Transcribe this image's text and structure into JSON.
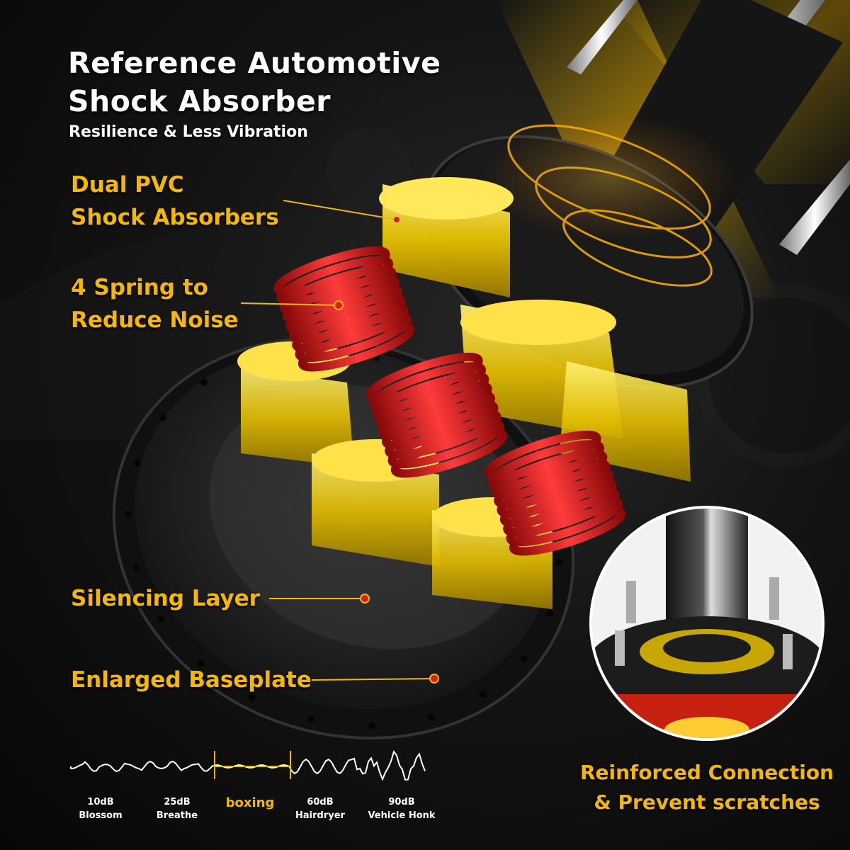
{
  "title_line1": "Reference Automotive",
  "title_line2": "Shock Absorber",
  "subtitle": "Resilience & Less Vibration",
  "callouts": [
    {
      "line1": "Dual PVC",
      "line2": "Shock Absorbers"
    },
    {
      "line1": "4 Spring to",
      "line2": "Reduce Noise"
    },
    {
      "line1": "Silencing Layer",
      "line2": ""
    },
    {
      "line1": "Enlarged Baseplate",
      "line2": ""
    }
  ],
  "inset_caption": {
    "line1": "Reinforced Connection",
    "line2": "& Prevent scratches"
  },
  "noise_scale": [
    {
      "db": "10dB",
      "label": "Blossom"
    },
    {
      "db": "25dB",
      "label": "Breathe"
    },
    {
      "db": "",
      "label": "boxing"
    },
    {
      "db": "60dB",
      "label": "Hairdryer"
    },
    {
      "db": "90dB",
      "label": "Vehicle Honk"
    }
  ],
  "colors": {
    "accent": "#f5b800",
    "spring": "#d81e1e",
    "pad": "#e8c40a",
    "plate": "#1c1c1c"
  }
}
